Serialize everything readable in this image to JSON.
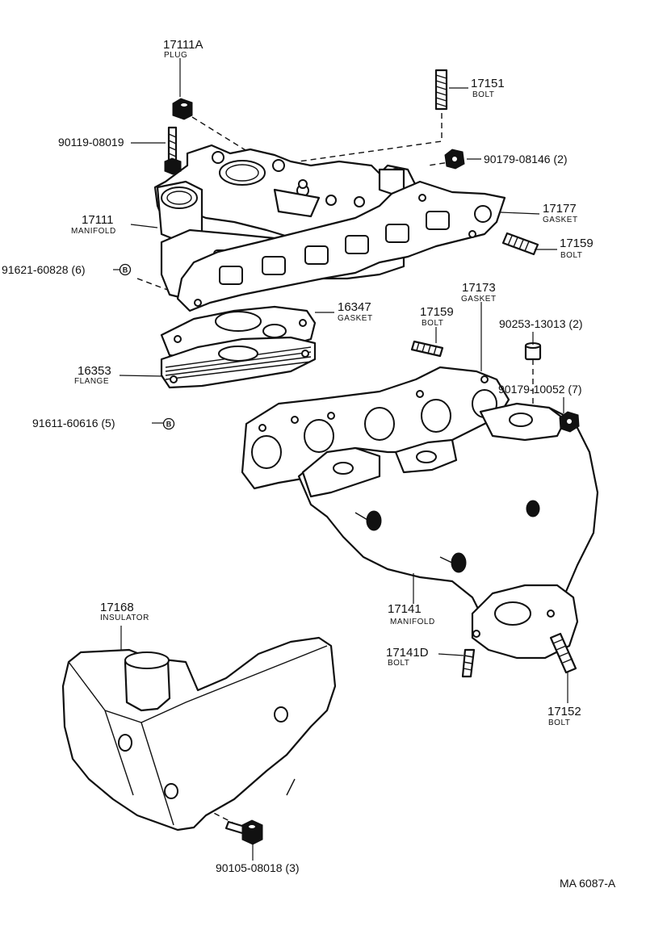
{
  "callouts": {
    "plug_17111a": {
      "number": "17111A",
      "name": "PLUG"
    },
    "bolt_90119": {
      "number": "90119-08019"
    },
    "bolt_17151": {
      "number": "17151",
      "name": "BOLT"
    },
    "nut_90179_08146": {
      "number": "90179-08146 (2)"
    },
    "manifold_17111": {
      "number": "17111",
      "name": "MANIFOLD"
    },
    "gasket_17177": {
      "number": "17177",
      "name": "GASKET"
    },
    "stud_17159_upper": {
      "number": "17159",
      "name": "BOLT"
    },
    "nut_91621": {
      "number": "91621-60828 (6)",
      "marker": "B"
    },
    "gasket_16347": {
      "number": "16347",
      "name": "GASKET"
    },
    "gasket_17173": {
      "number": "17173",
      "name": "GASKET"
    },
    "stud_17159_lower": {
      "number": "17159",
      "name": "BOLT"
    },
    "collar_90253": {
      "number": "90253-13013 (2)"
    },
    "flange_16353": {
      "number": "16353",
      "name": "FLANGE"
    },
    "nut_90179_10052": {
      "number": "90179-10052 (7)"
    },
    "nut_91611": {
      "number": "91611-60616 (5)",
      "marker": "B"
    },
    "manifold_17141": {
      "number": "17141",
      "name": "MANIFOLD"
    },
    "insulator_17168": {
      "number": "17168",
      "name": "INSULATOR"
    },
    "bolt_17141d": {
      "number": "17141D",
      "name": "BOLT"
    },
    "stud_17152": {
      "number": "17152",
      "name": "BOLT"
    },
    "bolt_90105": {
      "number": "90105-08018 (3)"
    }
  },
  "figure_code": "MA  6087-A"
}
